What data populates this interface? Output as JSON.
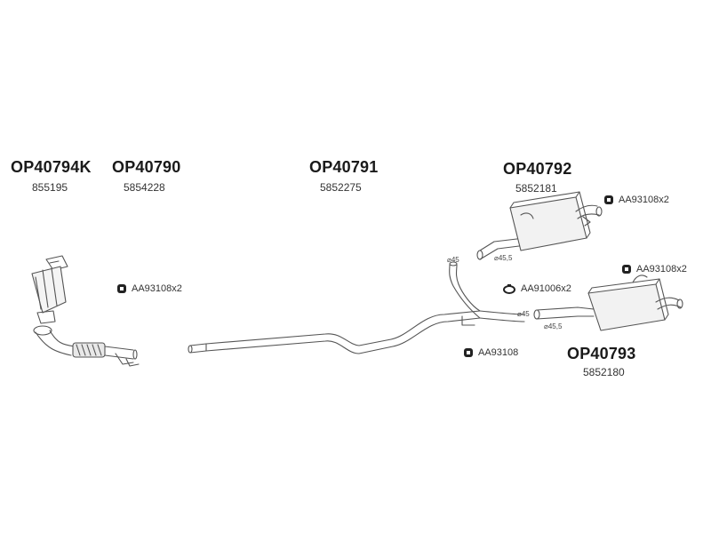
{
  "parts": [
    {
      "code": "OP40794K",
      "number": "855195"
    },
    {
      "code": "OP40790",
      "number": "5854228"
    },
    {
      "code": "OP40791",
      "number": "5852275"
    },
    {
      "code": "OP40792",
      "number": "5852181"
    },
    {
      "code": "OP40793",
      "number": "5852180"
    }
  ],
  "accessories": [
    {
      "label": "AA93108",
      "qty": "x2",
      "icon": "clamp-icon"
    },
    {
      "label": "AA93108",
      "qty": "x2",
      "icon": "clamp-icon"
    },
    {
      "label": "AA93108",
      "qty": "x2",
      "icon": "clamp-icon"
    },
    {
      "label": "AA91006",
      "qty": "x2",
      "icon": "gasket-ring-icon"
    },
    {
      "label": "AA93108",
      "qty": "",
      "icon": "clamp-icon"
    }
  ],
  "dimensions": {
    "d45_upper": "⌀45",
    "d455_upper": "⌀45,5",
    "d45_lower": "⌀45",
    "d455_lower": "⌀45,5"
  }
}
